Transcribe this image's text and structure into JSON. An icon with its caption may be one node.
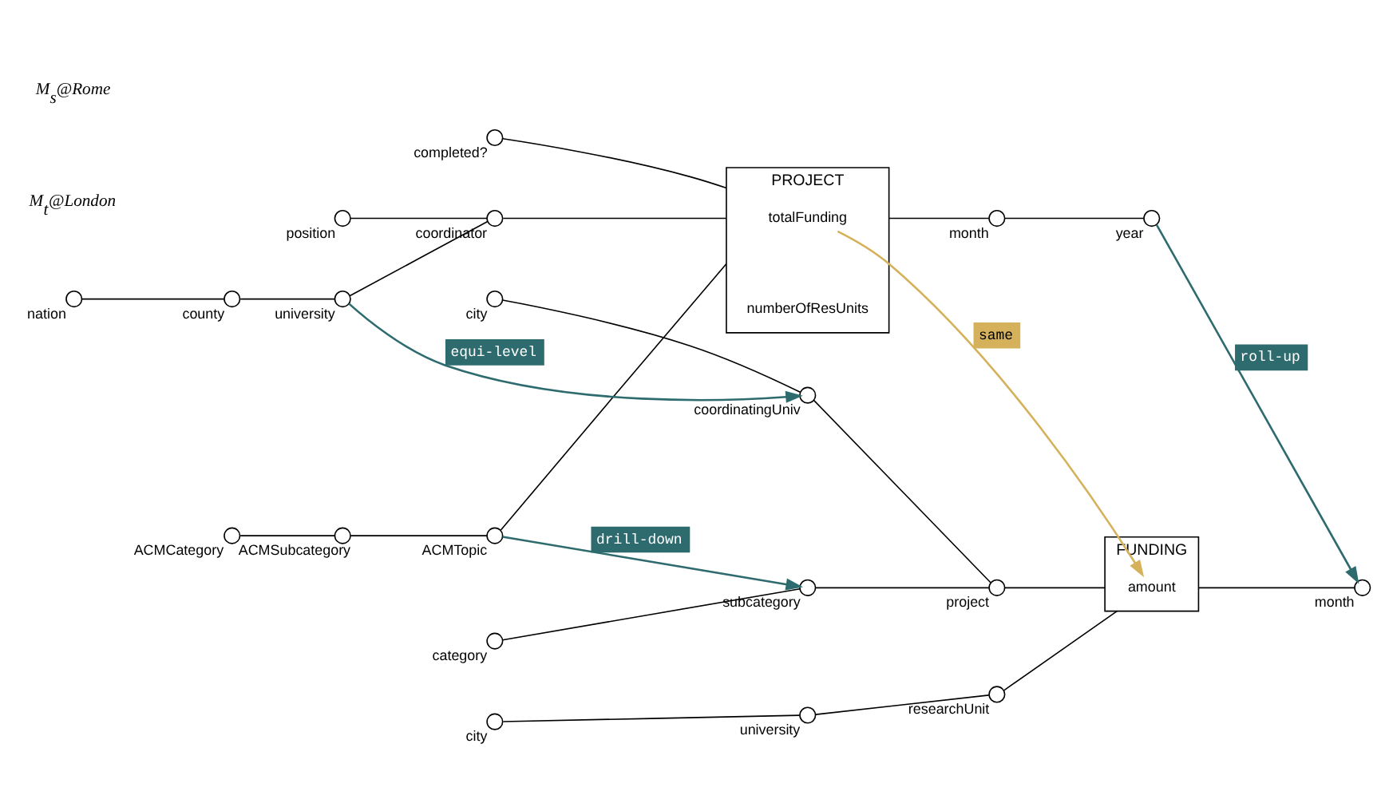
{
  "diagram": {
    "nodes": [
      {
        "text": [
          "PROJECT"
        ]
      },
      {
        "text": [
          "totalFunding"
        ],
        "in": 0
      },
      {
        "text": [
          "numberOfResUnits"
        ],
        "in": 0
      },
      {
        "text": [],
        "shape": "circle",
        "beside": [
          "ACMCategory"
        ]
      },
      {
        "text": [],
        "shape": "circle",
        "beside": [
          "ACMSubcategory"
        ]
      },
      {
        "text": [],
        "shape": "circle",
        "beside": [
          "ACMTopic"
        ]
      },
      {
        "text": [],
        "shape": "circle",
        "beside": [
          "position"
        ]
      },
      {
        "text": [],
        "shape": "circle",
        "beside": [
          "nation"
        ]
      },
      {
        "text": [],
        "shape": "circle",
        "beside": [
          "county"
        ]
      },
      {
        "text": [],
        "shape": "circle",
        "beside": [
          "university"
        ]
      },
      {
        "text": [],
        "shape": "circle",
        "beside": [
          "coordinator"
        ]
      },
      {
        "text": [],
        "shape": "circle",
        "beside": [
          "completed?"
        ]
      },
      {
        "text": [],
        "shape": "circle",
        "beside": [
          "month"
        ]
      },
      {
        "text": [],
        "shape": "circle",
        "beside": [
          "year"
        ]
      },
      {
        "text": [
          "FUNDING"
        ]
      },
      {
        "text": [
          "amount"
        ],
        "in": 14
      },
      {
        "text": [],
        "shape": "circle",
        "beside": [
          "category"
        ]
      },
      {
        "text": [],
        "shape": "circle",
        "beside": [
          "subcategory"
        ]
      },
      {
        "text": [],
        "shape": "circle",
        "beside": [
          "city"
        ]
      },
      {
        "text": [],
        "shape": "circle",
        "beside": [
          "coordinatingUniv"
        ]
      },
      {
        "text": [],
        "shape": "circle",
        "beside": [
          "project"
        ]
      },
      {
        "text": [],
        "shape": "circle",
        "beside": [
          "city"
        ]
      },
      {
        "text": [],
        "shape": "circle",
        "beside": [
          "university"
        ]
      },
      {
        "text": [],
        "shape": "circle",
        "beside": [
          "researchUnit"
        ]
      },
      {
        "text": [],
        "shape": "circle",
        "beside": [
          "month"
        ]
      }
    ],
    "edges": [
      {
        "from": 3,
        "to": 4,
        "arrow": "none"
      },
      {
        "from": 4,
        "to": 5,
        "arrow": "none"
      },
      {
        "from": 5,
        "to": 0,
        "arrow": "none"
      },
      {
        "from": 6,
        "to": 10,
        "arrow": "none"
      },
      {
        "from": 7,
        "to": 8,
        "arrow": "none"
      },
      {
        "from": 8,
        "to": 9,
        "arrow": "none"
      },
      {
        "from": 9,
        "to": 10,
        "arrow": "none"
      },
      {
        "from": 10,
        "to": 0,
        "arrow": "none"
      },
      {
        "from": 11,
        "to": 0,
        "arrow": "none"
      },
      {
        "from": 0,
        "to": 12,
        "arrow": "none"
      },
      {
        "from": 12,
        "to": 13,
        "arrow": "none"
      },
      {
        "from": 16,
        "to": 17,
        "arrow": "none"
      },
      {
        "from": 17,
        "to": 20,
        "arrow": "none"
      },
      {
        "from": 18,
        "to": 19,
        "arrow": "none"
      },
      {
        "from": 19,
        "to": 20,
        "arrow": "none"
      },
      {
        "from": 20,
        "to": 14,
        "arrow": "none"
      },
      {
        "from": 21,
        "to": 22,
        "arrow": "none"
      },
      {
        "from": 22,
        "to": 23,
        "arrow": "none"
      },
      {
        "from": 23,
        "to": 14,
        "arrow": "none"
      },
      {
        "from": 14,
        "to": 24,
        "arrow": "none"
      },
      {
        "from": 5,
        "to": 17,
        "arrow": "to",
        "label": "drill-down",
        "color": "#2e6b6e"
      },
      {
        "from": 13,
        "to": 24,
        "arrow": "to",
        "label": "roll-up",
        "color": "#2e6b6e"
      },
      {
        "from": 9,
        "to": 19,
        "arrow": "to",
        "label": "equi-level",
        "color": "#2e6b6e"
      },
      {
        "from": 1,
        "to": 15,
        "arrow": "to",
        "label": "same",
        "color": "#d4b15a"
      }
    ],
    "labels": [
      "M$_{t}$@London",
      "M$_{s}$@Rome"
    ]
  }
}
